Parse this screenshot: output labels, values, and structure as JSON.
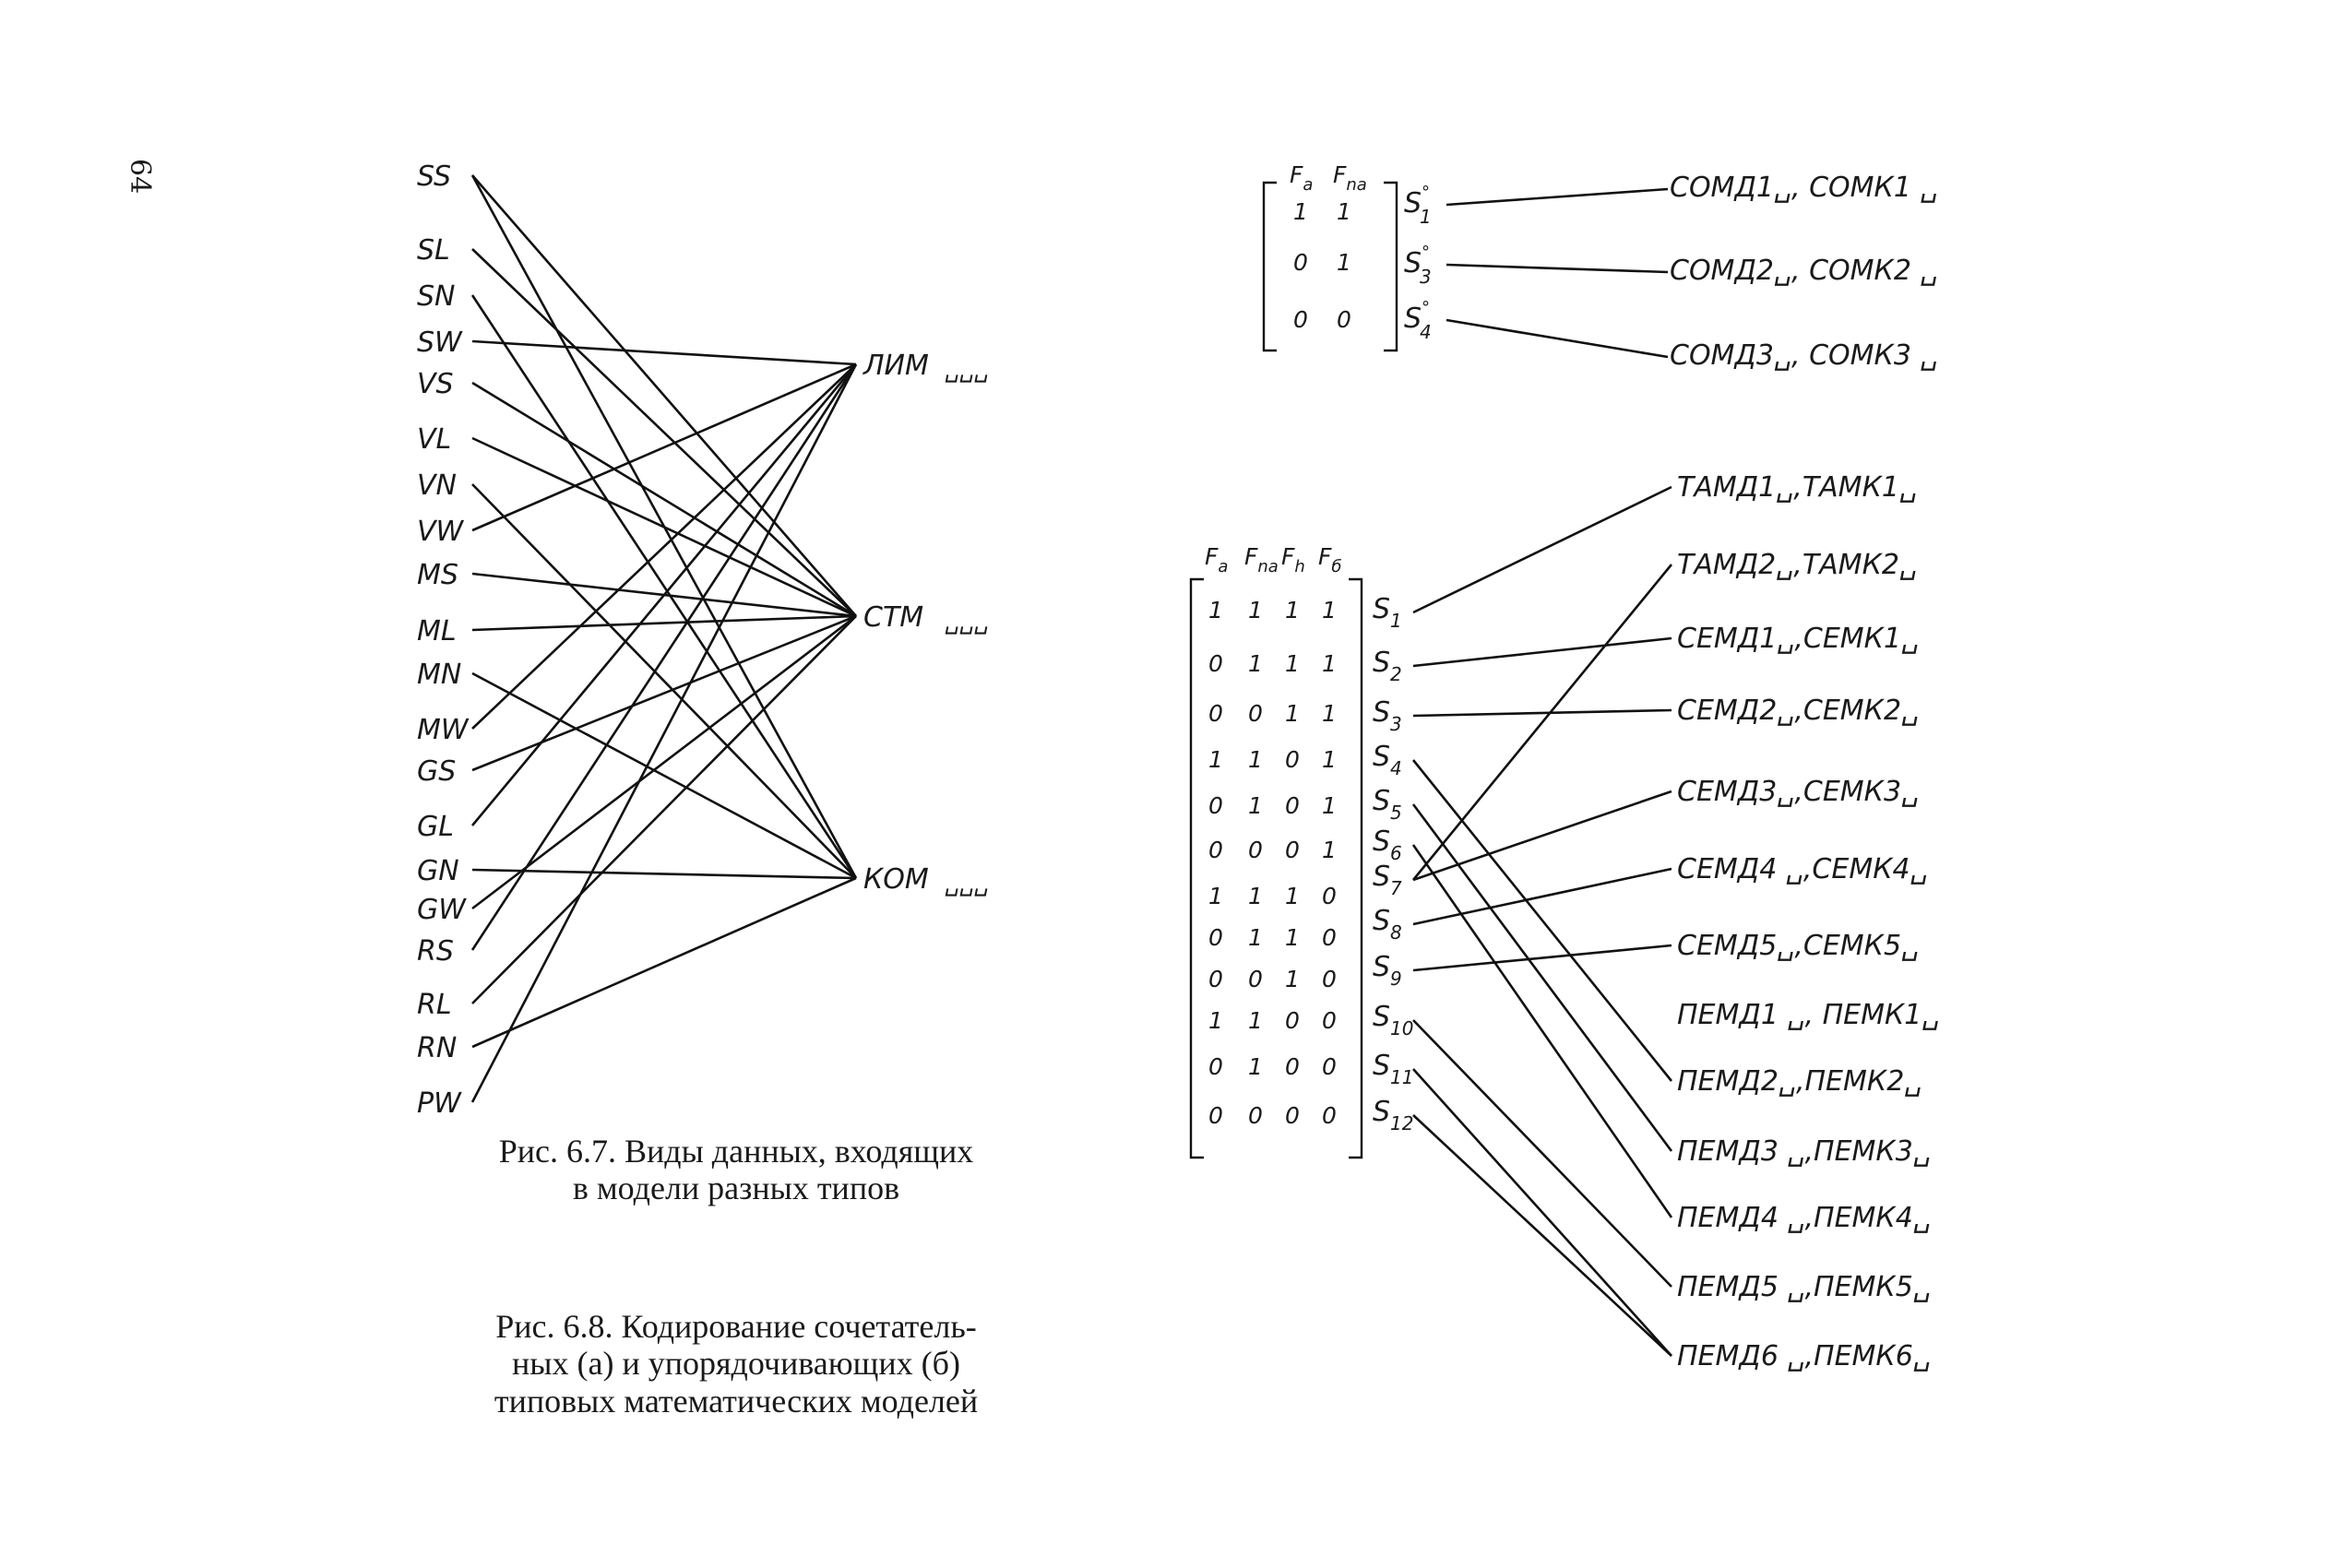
{
  "page_number": "64",
  "fig67": {
    "left_labels": [
      "SS",
      "SL",
      "SN",
      "SW",
      "VS",
      "VL",
      "VN",
      "VW",
      "MS",
      "ML",
      "MN",
      "MW",
      "GS",
      "GL",
      "GN",
      "GW",
      "RS",
      "RL",
      "RN",
      "PW"
    ],
    "right_labels": [
      "ЛИМ",
      "СТМ",
      "КОМ"
    ],
    "blank_mark": "␣␣␣",
    "caption_line1": "Рис.  6.7.  Виды  данных,  входящих",
    "caption_line2": "в модели разных типов"
  },
  "fig68": {
    "caption_line1": "Рис.  6.8.  Кодирование  сочетатель-",
    "caption_line2": "ных  (а)  и  упорядочивающих  (б)",
    "caption_line3": "типовых  математических  моделей",
    "a": {
      "col_headers": [
        "Fa",
        "Fna"
      ],
      "rows": [
        [
          "1",
          "1"
        ],
        [
          "0",
          "1"
        ],
        [
          "0",
          "0"
        ]
      ],
      "states": [
        "S1°",
        "S3°",
        "S4°"
      ],
      "outputs": [
        "СОМД1␣, СОМК1 ␣",
        "СОМД2␣, СОМК2 ␣",
        "СОМД3␣, СОМК3 ␣"
      ]
    },
    "b": {
      "col_headers": [
        "Fa",
        "Fna",
        "Fh",
        "Fб"
      ],
      "rows": [
        [
          "1",
          "1",
          "1",
          "1"
        ],
        [
          "0",
          "1",
          "1",
          "1"
        ],
        [
          "0",
          "0",
          "1",
          "1"
        ],
        [
          "1",
          "1",
          "0",
          "1"
        ],
        [
          "0",
          "1",
          "0",
          "1"
        ],
        [
          "0",
          "0",
          "0",
          "1"
        ],
        [
          "1",
          "1",
          "1",
          "0"
        ],
        [
          "0",
          "1",
          "1",
          "0"
        ],
        [
          "0",
          "0",
          "1",
          "0"
        ],
        [
          "1",
          "1",
          "0",
          "0"
        ],
        [
          "0",
          "1",
          "0",
          "0"
        ],
        [
          "0",
          "0",
          "0",
          "0"
        ]
      ],
      "states": [
        "S1",
        "S2",
        "S3",
        "S4",
        "S5",
        "S6",
        "S7",
        "S8",
        "S9",
        "S10",
        "S11",
        "S12"
      ],
      "outputs": [
        "ТАМД1␣,ТАМК1␣",
        "ТАМД2␣,ТАМК2␣",
        "СЕМД1␣,СЕМК1␣",
        "СЕМД2␣,СЕМК2␣",
        "СЕМД3␣,СЕМК3␣",
        "СЕМД4 ␣,СЕМК4␣",
        "СЕМД5␣,СЕМК5␣",
        "ПЕМД1 ␣, ПЕМК1␣",
        "ПЕМД2␣,ПЕМК2␣",
        "ПЕМД3 ␣,ПЕМК3␣",
        "ПЕМД4 ␣,ПЕМК4␣",
        "ПЕМД5 ␣,ПЕМК5␣",
        "ПЕМД6 ␣,ПЕМК6␣"
      ]
    }
  }
}
